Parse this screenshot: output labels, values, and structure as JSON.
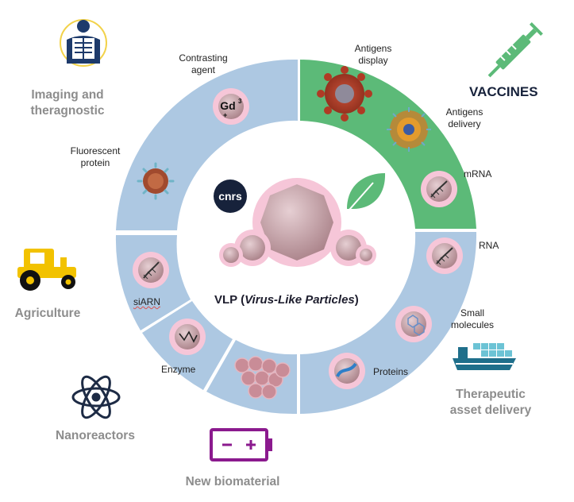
{
  "title": {
    "prefix": "VLP (",
    "italic": "Virus-Like Particles",
    "suffix": ")"
  },
  "logo": {
    "text": "cnrs"
  },
  "categories": {
    "imaging": "Imaging and\ntheragnostic",
    "vaccines": "VACCINES",
    "agriculture": "Agriculture",
    "nanoreactors": "Nanoreactors",
    "biomaterial": "New biomaterial",
    "therapeutic": "Therapeutic\nasset delivery"
  },
  "segment_labels": {
    "contrasting_agent": "Contrasting\nagent",
    "gd": "Gd",
    "gd_sup": "3",
    "gd_plus": "+",
    "fluorescent_protein": "Fluorescent\nprotein",
    "antigens_display": "Antigens\ndisplay",
    "antigens_delivery": "Antigens\ndelivery",
    "mrna": "mRNA",
    "rna": "RNA",
    "small_molecules": "Small\nmolecules",
    "proteins": "Proteins",
    "siarn": "siARN",
    "enzyme": "Enzyme"
  },
  "colors": {
    "ring_blue": "#adc8e2",
    "ring_green": "#5cba78",
    "vaccine_icon": "#5cba78",
    "tractor": "#f2c200",
    "atom": "#1d2b45",
    "battery": "#8b1a8e",
    "ship_hull": "#1f6f8b",
    "xray_ring": "#f2d24a",
    "particle_halo": "#f6c6d8",
    "particle_body": "#c9a1a8"
  }
}
